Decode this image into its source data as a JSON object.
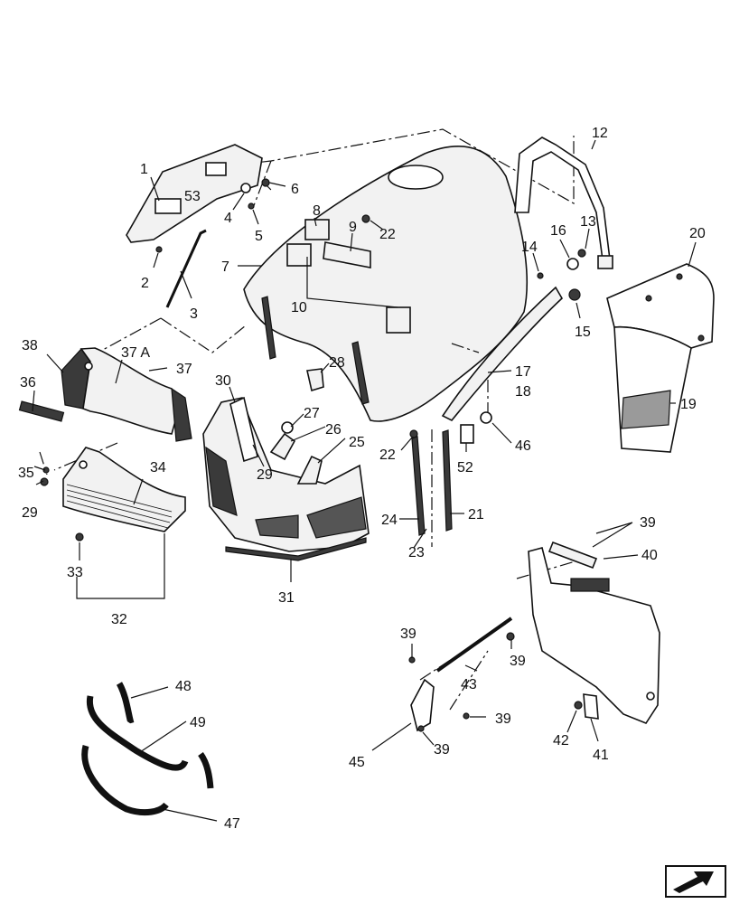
{
  "callouts": [
    {
      "id": "c1",
      "text": "1"
    },
    {
      "id": "c2",
      "text": "2"
    },
    {
      "id": "c3",
      "text": "3"
    },
    {
      "id": "c4",
      "text": "4"
    },
    {
      "id": "c5",
      "text": "5"
    },
    {
      "id": "c6",
      "text": "6"
    },
    {
      "id": "c7",
      "text": "7"
    },
    {
      "id": "c8",
      "text": "8"
    },
    {
      "id": "c9",
      "text": "9"
    },
    {
      "id": "c10",
      "text": "10"
    },
    {
      "id": "c12",
      "text": "12"
    },
    {
      "id": "c13",
      "text": "13"
    },
    {
      "id": "c14",
      "text": "14"
    },
    {
      "id": "c15",
      "text": "15"
    },
    {
      "id": "c16",
      "text": "16"
    },
    {
      "id": "c17",
      "text": "17"
    },
    {
      "id": "c18",
      "text": "18"
    },
    {
      "id": "c19",
      "text": "19"
    },
    {
      "id": "c20",
      "text": "20"
    },
    {
      "id": "c21",
      "text": "21"
    },
    {
      "id": "c22a",
      "text": "22"
    },
    {
      "id": "c22b",
      "text": "22"
    },
    {
      "id": "c23",
      "text": "23"
    },
    {
      "id": "c24",
      "text": "24"
    },
    {
      "id": "c25",
      "text": "25"
    },
    {
      "id": "c26",
      "text": "26"
    },
    {
      "id": "c27",
      "text": "27"
    },
    {
      "id": "c28",
      "text": "28"
    },
    {
      "id": "c29a",
      "text": "29"
    },
    {
      "id": "c29b",
      "text": "29"
    },
    {
      "id": "c30",
      "text": "30"
    },
    {
      "id": "c31",
      "text": "31"
    },
    {
      "id": "c32",
      "text": "32"
    },
    {
      "id": "c33",
      "text": "33"
    },
    {
      "id": "c34",
      "text": "34"
    },
    {
      "id": "c35",
      "text": "35"
    },
    {
      "id": "c36",
      "text": "36"
    },
    {
      "id": "c37a",
      "text": "37 A"
    },
    {
      "id": "c37b",
      "text": "37"
    },
    {
      "id": "c38",
      "text": "38"
    },
    {
      "id": "c39a",
      "text": "39"
    },
    {
      "id": "c39b",
      "text": "39"
    },
    {
      "id": "c39c",
      "text": "39"
    },
    {
      "id": "c39d",
      "text": "39"
    },
    {
      "id": "c39e",
      "text": "39"
    },
    {
      "id": "c40",
      "text": "40"
    },
    {
      "id": "c41",
      "text": "41"
    },
    {
      "id": "c42",
      "text": "42"
    },
    {
      "id": "c43",
      "text": "43"
    },
    {
      "id": "c45",
      "text": "45"
    },
    {
      "id": "c46",
      "text": "46"
    },
    {
      "id": "c47",
      "text": "47"
    },
    {
      "id": "c48",
      "text": "48"
    },
    {
      "id": "c49",
      "text": "49"
    },
    {
      "id": "c52",
      "text": "52"
    },
    {
      "id": "c53",
      "text": "53"
    }
  ],
  "nav_icon": "next-page-arrow-icon"
}
